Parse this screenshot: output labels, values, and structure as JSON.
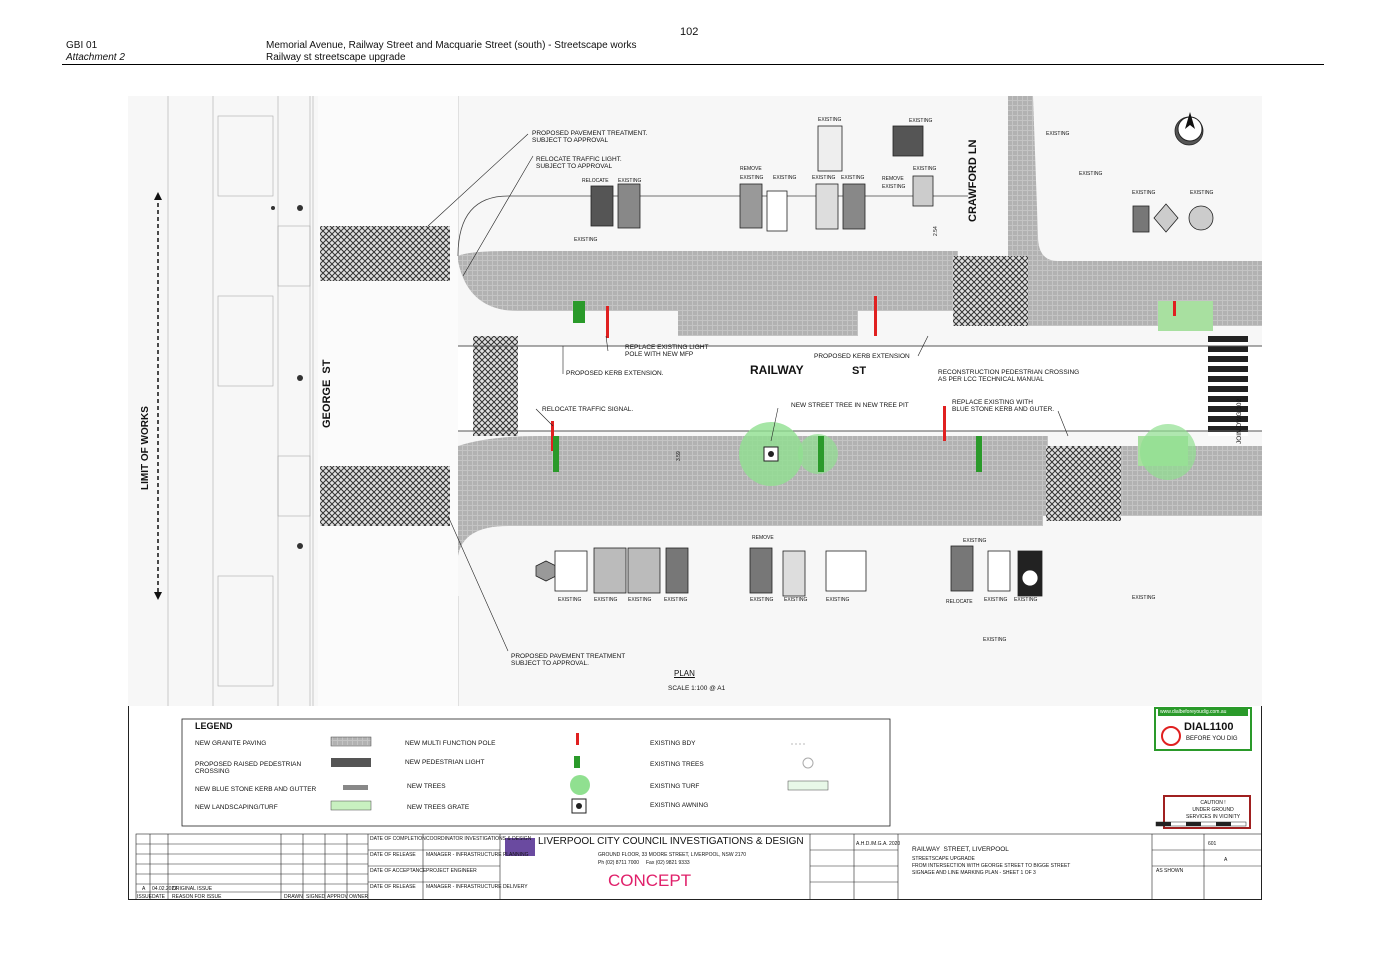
{
  "page_header": {
    "page_number": "102",
    "reference": "GBI 01",
    "attachment": "Attachment 2",
    "title_line1": "Memorial Avenue, Railway Street and Macquarie Street (south) - Streetscape works",
    "title_line2": "Railway st streetscape upgrade"
  },
  "drawing": {
    "street_names": {
      "railway": "RAILWAY",
      "railway_st": "ST",
      "george": "GEORGE  ST",
      "crawford": "CRAWFORD LN"
    },
    "limit_of_works": "LIMIT OF WORKS",
    "annotations": {
      "pavement_top": "PROPOSED PAVEMENT TREATMENT.\nSUBJECT TO APPROVAL",
      "relocate_light": "RELOCATE TRAFFIC LIGHT.\nSUBJECT TO APPROVAL",
      "replace_light": "REPLACE EXISTING LIGHT\nPOLE WITH NEW MFP",
      "kerb_ext_left": "PROPOSED KERB EXTENSION.",
      "kerb_ext_right": "PROPOSED KERB EXTENSION",
      "ped_crossing": "RECONSTRUCTION PEDESTRIAN CROSSING\nAS PER LCC TECHNICAL MANUAL",
      "relocate_signal": "RELOCATE TRAFFIC SIGNAL.",
      "new_tree": "NEW STREET TREE IN NEW TREE PIT",
      "blue_stone": "REPLACE EXISTING WITH\nBLUE STONE KERB AND GUTER.",
      "pavement_bottom": "PROPOSED PAVEMENT TREATMENT\nSUBJECT TO APPROVAL.",
      "join": "JOIN DWG 102"
    },
    "sign_labels": {
      "relocate": "RELOCATE",
      "existing": "EXISTING",
      "remove": "REMOVE"
    },
    "dimensions": [
      "2.54",
      "3.59"
    ],
    "plan_title": "PLAN",
    "plan_scale": "SCALE 1:100 @ A1",
    "dial": {
      "url": "www.dialbeforeyoudig.com.au",
      "number": "DIAL1100",
      "sub": "BEFORE YOU DIG"
    },
    "caution": "CAUTION !\nUNDER GROUND\nSERVICES IN VICINITY"
  },
  "legend": {
    "title": "LEGEND",
    "col1": [
      "NEW GRANITE PAVING",
      "PROPOSED RAISED PEDESTRIAN\nCROSSING",
      "NEW BLUE STONE KERB AND GUTTER",
      "NEW LANDSCAPING/TURF"
    ],
    "col2": [
      "NEW MULTI FUNCTION POLE",
      "NEW PEDESTRIAN LIGHT",
      "NEW TREES",
      "NEW TREES GRATE"
    ],
    "col3": [
      "EXISTING BDY",
      "EXISTING TREES",
      "EXISTING TURF",
      "EXISTING AWNING"
    ]
  },
  "title_block": {
    "council": "LIVERPOOL CITY COUNCIL INVESTIGATIONS & DESIGN",
    "address": "GROUND FLOOR, 33 MOORE STREET, LIVERPOOL, NSW 2170",
    "phone": "Ph (02) 8711 7000     Fax (02) 9821 9333",
    "status": "CONCEPT",
    "drawing_title_lines": [
      "RAILWAY  STREET, LIVERPOOL",
      "STREETSCAPE UPGRADE",
      "FROM INTERSECTION WITH GEORGE STREET TO BIGGE STREET",
      "SIGNAGE AND LINE MARKING PLAN - SHEET 1 OF 3"
    ],
    "dwg_no": "601",
    "issue": "A",
    "scale": "AS SHOWN",
    "datum": "A.H.D./M.G.A. 2020",
    "cols": [
      "ISSUE",
      "DATE",
      "REASON FOR ISSUE",
      "DRAWN",
      "SIGNED",
      "APPROV",
      "OWNER"
    ],
    "issue_row": [
      "A",
      "04.02.2022",
      "ORIGINAL ISSUE"
    ],
    "sign_off": [
      "DATE OF COMPLETION",
      "DATE OF RELEASE",
      "DATE OF ACCEPTANCE",
      "DATE OF RELEASE"
    ],
    "roles": [
      "COORDINATOR INVESTIGATIONS & DESIGN",
      "MANAGER - INFRASTRUCTURE PLANNING",
      "PROJECT ENGINEER",
      "MANAGER - INFRASTRUCTURE DELIVERY"
    ]
  },
  "colors": {
    "paving": "#bfbfbf",
    "crossing": "#555555",
    "turf": "#a8e0a0",
    "mfp": "#e02020",
    "tree": "#90e090",
    "concept": "#e0206a"
  }
}
